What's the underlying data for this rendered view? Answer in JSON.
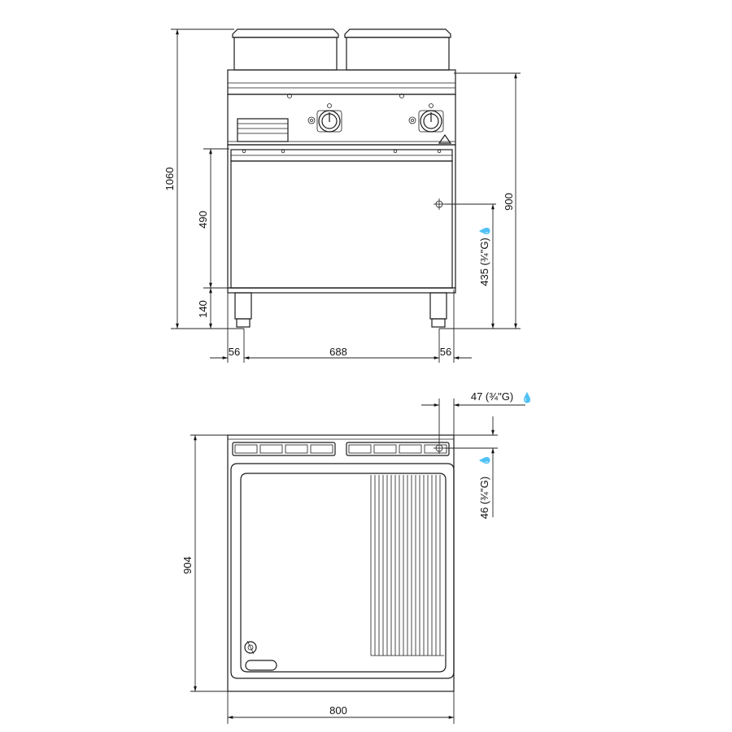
{
  "dimensions": {
    "total_height": "1060",
    "top_height": "900",
    "cabinet_height": "490",
    "leg_height": "140",
    "gas_height": "435 (¾\"G)",
    "leg_offset_left": "56",
    "leg_span": "688",
    "leg_offset_right": "56",
    "gas_side_offset": "47 (¾\"G)",
    "gas_depth_offset": "46 (¾\"G)",
    "depth": "904",
    "width": "800"
  },
  "icons": {
    "gas": "gas-flame-icon"
  }
}
